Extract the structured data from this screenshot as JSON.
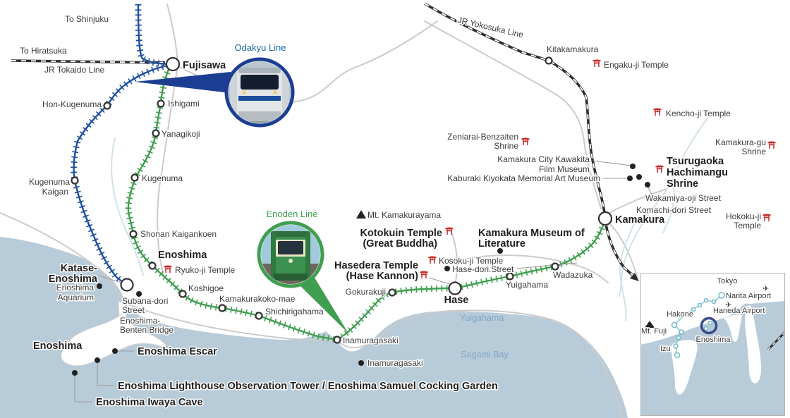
{
  "colors": {
    "sea": "#b8cbd8",
    "odakyu_blue": "#1d4e9e",
    "enoden_green": "#3f9e4f",
    "jr_black": "#2e2e2e",
    "torii_red": "#c92c2c",
    "road_gray": "#cbcbcb",
    "sea_label_blue": "#7ea7c7"
  },
  "lines": {
    "odakyu": {
      "name": "Odakyu Line",
      "to": "To Shinjuku"
    },
    "jr_tokaido": {
      "name": "JR Tokaido Line",
      "to": "To Hiratsuka"
    },
    "jr_yokosuka": {
      "name": "JR Yokosuka Line"
    },
    "enoden": {
      "name": "Enoden Line"
    }
  },
  "stations": {
    "fujisawa": "Fujisawa",
    "hon_kugenuma": "Hon-Kugenuma",
    "ishigami": "Ishigami",
    "yanagikoji": "Yanagikoji",
    "kugenuma": "Kugenuma",
    "kugenuma_kaigan_1": "Kugenuma",
    "kugenuma_kaigan_2": "Kaigan",
    "shonan_kaigankoen": "Shonan Kaigankoen",
    "enoshima": "Enoshima",
    "katase_1": "Katase-",
    "katase_2": "Enoshima",
    "koshigoe": "Koshigoe",
    "kamakurakoko_mae": "Kamakurakoko-mae",
    "shichirigahama": "Shichirigahama",
    "inamuragasaki": "Inamuragasaki",
    "gokurakuji": "Gokurakuji",
    "hase": "Hase",
    "yuigahama": "Yuigahama",
    "wadazuka": "Wadazuka",
    "kitakamakura": "Kitakamakura",
    "kamakura": "Kamakura"
  },
  "places": {
    "ryukoji": "Ryuko-ji Temple",
    "engakuji": "Engaku-ji Temple",
    "kenchoji": "Kencho-ji Temple",
    "zeniarai_1": "Zeniarai-Benzaiten",
    "zeniarai_2": "Shrine",
    "film_1": "Kamakura City Kawakita",
    "film_2": "Film Museum",
    "kaburaki": "Kaburaki Kiyokata Memorial Art Museum",
    "tsurugaoka_1": "Tsurugaoka",
    "tsurugaoka_2": "Hachimangu",
    "tsurugaoka_3": "Shrine",
    "kamakuragu_1": "Kamakura-gu",
    "kamakuragu_2": "Shrine",
    "hokokuji_1": "Hokoku-ji",
    "hokokuji_2": "Temple",
    "wakamiya": "Wakamiya-oji Street",
    "komachi": "Komachi-dori Street",
    "mt_kamakurayama": "Mt. Kamakurayama",
    "kotokuin_1": "Kotokuin Temple",
    "kotokuin_2": "(Great Buddha)",
    "museum_1": "Kamakura Museum of",
    "museum_2": "Literature",
    "kosokuji": "Kosoku-ji Temple",
    "hasedori": "Hase-dori.Street",
    "hasedera_1": "Hasedera Temple",
    "hasedera_2": "(Hase Kannon)",
    "inamuragasaki_cape": "Inamuragasaki",
    "aquarium_1": "Enoshima",
    "aquarium_2": "Aquarium",
    "subana_1": "Subana-dori",
    "subana_2": "Street",
    "benten_1": "Enoshima-",
    "benten_2": "Benten Bridge",
    "island": "Enoshima",
    "escar": "Enoshima Escar",
    "lighthouse": "Enoshima Lighthouse Observation Tower / Enoshima Samuel Cocking Garden",
    "iwaya": "Enoshima Iwaya Cave"
  },
  "sea": {
    "yuigahama": "Yuigahama",
    "sagami": "Sagami Bay"
  },
  "inset": {
    "tokyo": "Tokyo",
    "narita": "Narita Airport",
    "haneda": "Haneda Airport",
    "hakone": "Hakone",
    "fuji": "Mt. Fuji",
    "izu": "Izu",
    "enoshima": "Enoshima"
  }
}
